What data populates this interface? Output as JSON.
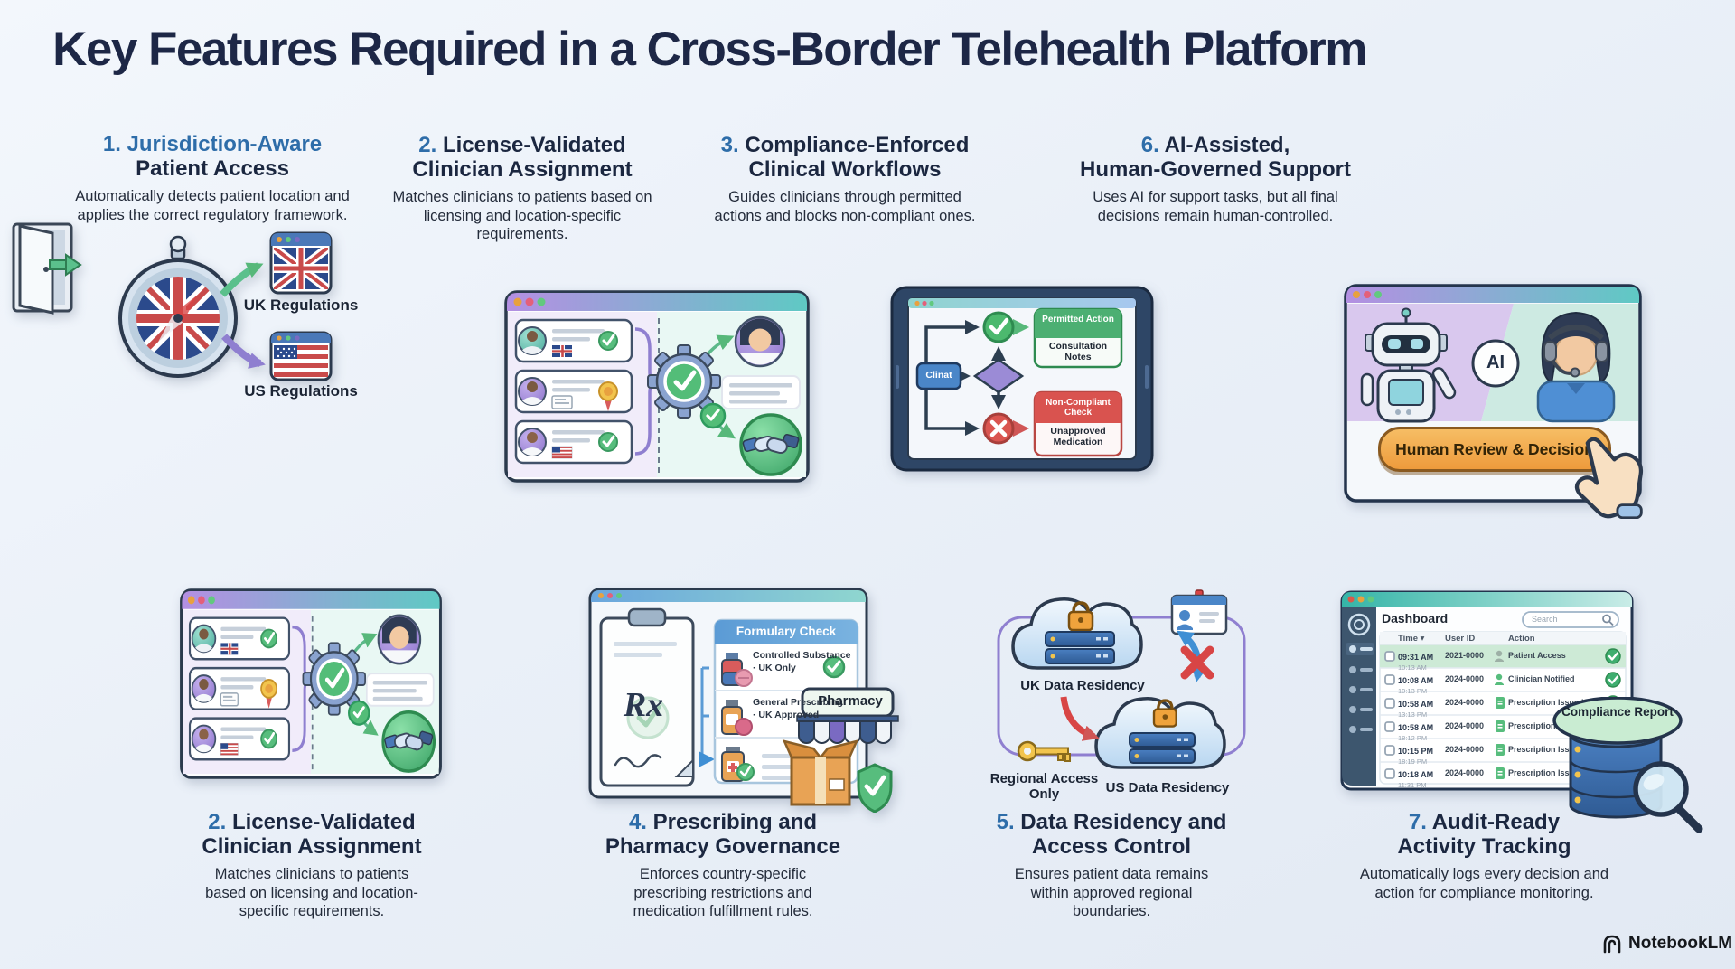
{
  "title": "Key Features Required in a Cross-Border Telehealth Platform",
  "watermark": {
    "brand": "NotebookLM"
  },
  "colors": {
    "accent_blue": "#2e6da9",
    "heading": "#1b2740",
    "green": "#57bd7d",
    "red": "#d9534f",
    "orange_button": "#ee9b3c"
  },
  "panels": [
    {
      "id": "jurisdiction-aware-patient-access",
      "number": "1.",
      "line1": "Jurisdiction-Aware",
      "line2": "Patient Access",
      "description": "Automatically detects patient location and applies the correct regulatory framework.",
      "illustration": {
        "uk_label": "UK Regulations",
        "us_label": "US Regulations"
      }
    },
    {
      "id": "license-validated-clinician-assignment-top",
      "number": "2.",
      "line1": "License-Validated",
      "line2": "Clinician Assignment",
      "description": "Matches clinicians to patients based on licensing and location-specific requirements.",
      "illustration": {}
    },
    {
      "id": "compliance-enforced-clinical-workflows",
      "number": "3.",
      "line1": "Compliance-Enforced",
      "line2": "Clinical Workflows",
      "description": "Guides clinicians through permitted actions and blocks non-compliant ones.",
      "illustration": {
        "start_node": "Clinat",
        "permitted_title": "Permitted Action",
        "permitted_detail": "Consultation Notes",
        "blocked_title": "Non-Compliant Check",
        "blocked_detail": "Unapproved Medication"
      }
    },
    {
      "id": "ai-assisted-human-governed-support",
      "number": "6.",
      "line1": "AI-Assisted,",
      "line2": "Human-Governed Support",
      "description": "Uses AI for support tasks, but all final decisions remain human-controlled.",
      "illustration": {
        "ai_badge": "AI",
        "button_label": "Human Review & Decision"
      }
    },
    {
      "id": "license-validated-clinician-assignment-bottom",
      "number": "2.",
      "line1": "License-Validated",
      "line2": "Clinician Assignment",
      "description": "Matches clinicians to patients based on licensing and location-specific requirements.",
      "illustration": {}
    },
    {
      "id": "prescribing-and-pharmacy-governance",
      "number": "4.",
      "line1": "Prescribing and",
      "line2": "Pharmacy Governance",
      "description": "Enforces country-specific prescribing restrictions and medication fulfillment rules.",
      "illustration": {
        "header": "Formulary Check",
        "rx": "Rx",
        "row1_name": "Controlled Substance",
        "row1_note": "· UK Only",
        "row2_name": "General Prescribing",
        "row2_note": "· UK Approved",
        "pharmacy_sign": "Pharmacy"
      }
    },
    {
      "id": "data-residency-and-access-control",
      "number": "5.",
      "line1": "Data Residency and",
      "line2": "Access Control",
      "description": "Ensures patient data remains within approved regional boundaries.",
      "illustration": {
        "uk_label": "UK Data Residency",
        "us_label": "US Data Residency",
        "key_label": "Regional Access Only"
      }
    },
    {
      "id": "audit-ready-activity-tracking",
      "number": "7.",
      "line1": "Audit-Ready",
      "line2": "Activity Tracking",
      "description": "Automatically logs every decision and action for compliance monitoring.",
      "illustration": {
        "window_title": "Dashboard",
        "search_placeholder": "Search",
        "columns": [
          "Time ▾",
          "User ID",
          "Action"
        ],
        "rows": [
          {
            "time": "09:31 AM",
            "time2": "10:13 AM",
            "user": "2021-0000",
            "action": "Patient Access"
          },
          {
            "time": "10:08 AM",
            "time2": "10:13 PM",
            "user": "2024-0000",
            "action": "Clinician Notified"
          },
          {
            "time": "10:58 AM",
            "time2": "13:13 PM",
            "user": "2024-0000",
            "action": "Prescription Issued"
          },
          {
            "time": "10:58 AM",
            "time2": "18:12 PM",
            "user": "2024-0000",
            "action": "Prescription Issued"
          },
          {
            "time": "10:15 PM",
            "time2": "18:19 PM",
            "user": "2024-0000",
            "action": "Prescription Issued"
          },
          {
            "time": "10:18 AM",
            "time2": "11:31 PM",
            "user": "2024-0000",
            "action": "Prescription Issued"
          }
        ],
        "report_label": "Compliance Report"
      }
    }
  ]
}
